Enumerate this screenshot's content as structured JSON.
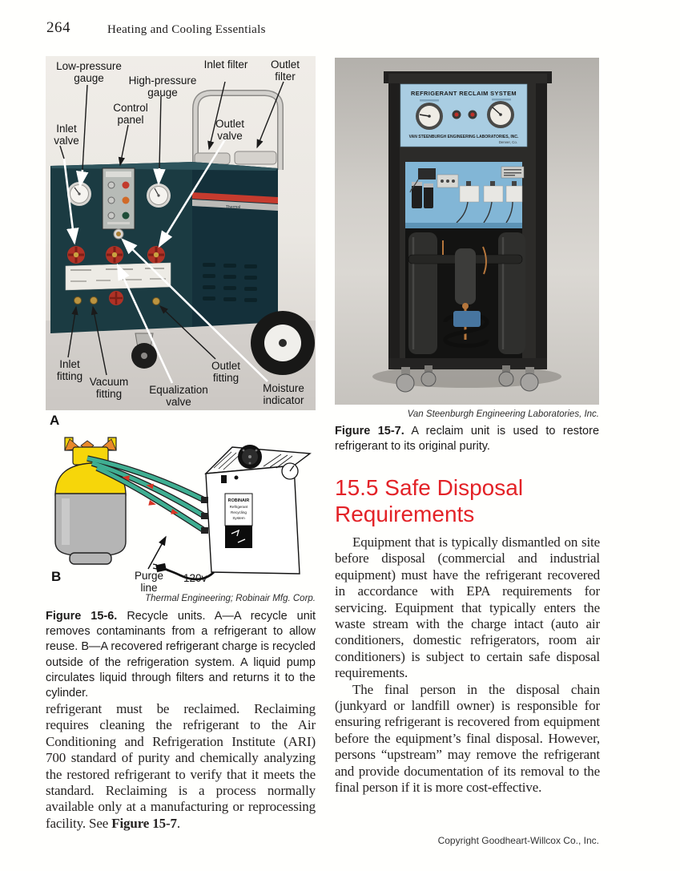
{
  "page": {
    "number": "264",
    "running_head": "Heating and Cooling Essentials",
    "copyright": "Copyright Goodheart-Willcox Co., Inc."
  },
  "colors": {
    "accent_red": "#e32227",
    "machine_teal": "#1b3b42",
    "panel_blue": "#a9cde2",
    "hose_green": "#3fae92",
    "cylinder_yellow": "#f6d60a"
  },
  "figure_15_6": {
    "callouts": [
      "Low-pressure gauge",
      "High-pressure gauge",
      "Inlet filter",
      "Outlet filter",
      "Control panel",
      "Inlet valve",
      "Outlet valve",
      "Inlet fitting",
      "Vacuum fitting",
      "Equalization valve",
      "Outlet fitting",
      "Moisture indicator"
    ],
    "part_a": "A",
    "part_b": "B",
    "purge_line": "Purge line",
    "voltage": "120v",
    "brand": "Thermal",
    "recycler_label": [
      "ROBINAIR",
      "Refrigerant",
      "Recycling",
      "System"
    ],
    "credit": "Thermal Engineering; Robinair Mfg. Corp.",
    "caption_label": "Figure 15-6.",
    "caption_text": " Recycle units. A—A recycle unit removes contaminants from a refrigerant to allow reuse. B—A recovered refrigerant charge is recycled outside of the refrigeration system. A liquid pump circulates liquid through filters and returns it to the cylinder."
  },
  "figure_15_7": {
    "panel_title": "REFRIGERANT RECLAIM SYSTEM",
    "panel_maker": "VAN STEENBURGH ENGINEERING LABORATORIES, INC.",
    "panel_city": "Denver, Co.",
    "credit": "Van Steenburgh Engineering Laboratories, Inc.",
    "caption_label": "Figure 15-7.",
    "caption_text": " A reclaim unit is used to restore refrigerant to its original purity."
  },
  "left_column": {
    "body_text": "refrigerant must be reclaimed. Reclaiming requires cleaning the refrigerant to the Air Conditioning and Refrigeration Institute (ARI) 700 standard of purity and chemically analyzing the restored refrigerant to verify that it meets the standard. Reclaiming is a process normally available only at a manufacturing or reprocessing facility. See ",
    "figure_ref": "Figure 15-7",
    "figure_ref_period": "."
  },
  "section_15_5": {
    "heading": "15.5 Safe Disposal Requirements",
    "para1": "Equipment that is typically dismantled on site before disposal (commercial and industrial equipment) must have the refrigerant recovered in accordance with EPA requirements for servicing. Equipment that typically enters the waste stream with the charge intact (auto air conditioners, domestic refrigerators, room air conditioners) is subject to certain safe disposal requirements.",
    "para2": "The final person in the disposal chain (junkyard or landfill owner) is responsible for ensuring refrigerant is recovered from equipment before the equipment’s final disposal. However, persons “upstream” may remove the refrigerant and provide documentation of its removal to the final person if it is more cost-effective."
  }
}
